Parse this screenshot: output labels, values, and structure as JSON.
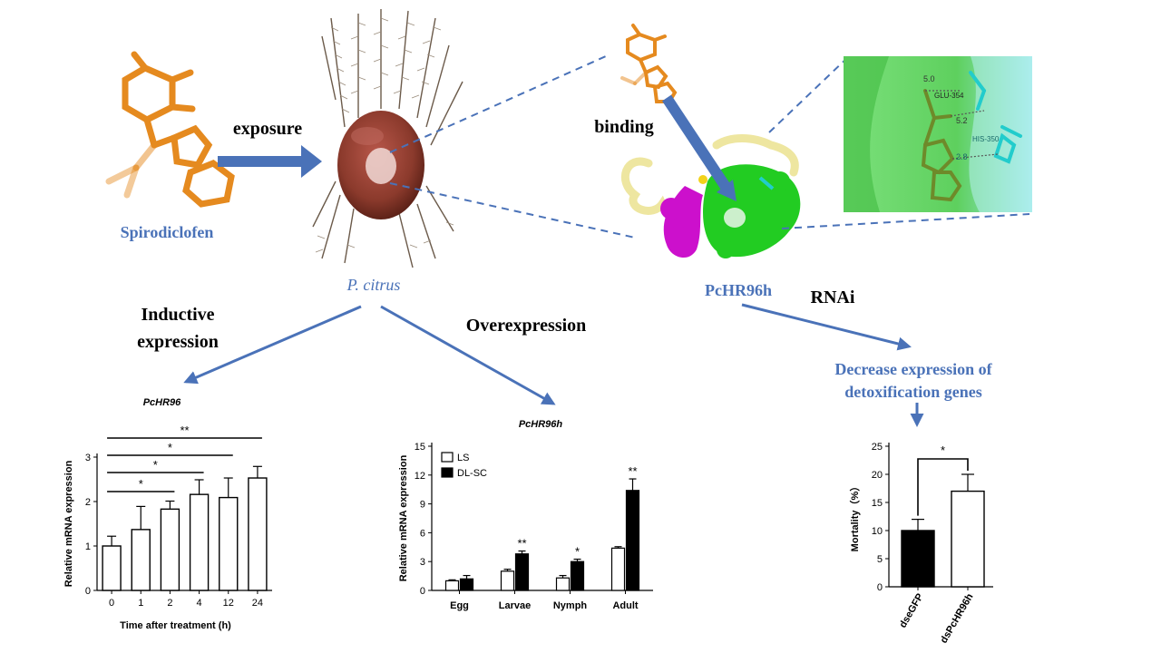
{
  "labels": {
    "spirodiclofen": "Spirodiclofen",
    "exposure": "exposure",
    "p_citrus": "P. citrus",
    "binding": "binding",
    "pchr96h": "PcHR96h",
    "rnai": "RNAi",
    "inductive_1": "Inductive",
    "inductive_2": "expression",
    "overexpression": "Overexpression",
    "decrease_1": "Decrease expression  of",
    "decrease_2": "detoxification  genes"
  },
  "docking": {
    "residue_1": "GLU-354",
    "residue_2": "HIS-350",
    "dist_1": "5.0",
    "dist_2": "5.2",
    "dist_3": "2.8"
  },
  "colors": {
    "arrow_blue": "#4a72b8",
    "text_blue": "#4a72b8",
    "molecule_orange": "#e58a1f",
    "mite_body": "#8b3a2c",
    "protein_green": "#22cc22",
    "protein_magenta": "#cc10cc",
    "protein_yellow": "#eee6a0",
    "residue_cyan": "#22cccc"
  },
  "chart_data": [
    {
      "type": "bar",
      "title": "PcHR96",
      "xlabel": "Time after treatment (h)",
      "ylabel": "Relative mRNA expression",
      "categories": [
        "0",
        "1",
        "2",
        "4",
        "12",
        "24"
      ],
      "values": [
        1.0,
        1.37,
        1.83,
        2.16,
        2.09,
        2.53
      ],
      "errors": [
        0.22,
        0.52,
        0.18,
        0.33,
        0.44,
        0.26
      ],
      "ylim": [
        0,
        3
      ],
      "yticks": [
        "0",
        "1",
        "2",
        "3"
      ],
      "significance": [
        {
          "from": "0",
          "to": "2",
          "label": "*"
        },
        {
          "from": "0",
          "to": "4",
          "label": "*"
        },
        {
          "from": "0",
          "to": "12",
          "label": "*"
        },
        {
          "from": "0",
          "to": "24",
          "label": "**"
        }
      ]
    },
    {
      "type": "bar",
      "title": "PcHR96h",
      "xlabel": "",
      "ylabel": "Relative mRNA expression",
      "categories": [
        "Egg",
        "Larvae",
        "Nymph",
        "Adult"
      ],
      "series": [
        {
          "name": "LS",
          "values": [
            1.0,
            2.0,
            1.3,
            4.4
          ],
          "errors": [
            0.1,
            0.2,
            0.25,
            0.15
          ],
          "sig": [
            "",
            "",
            "",
            ""
          ]
        },
        {
          "name": "DL-SC",
          "values": [
            1.2,
            3.8,
            3.0,
            10.4
          ],
          "errors": [
            0.35,
            0.3,
            0.25,
            1.2
          ],
          "sig": [
            "",
            "**",
            "*",
            "**"
          ]
        }
      ],
      "ylim": [
        0,
        15
      ],
      "yticks": [
        "0",
        "3",
        "6",
        "9",
        "12",
        "15"
      ],
      "legend": "top-left"
    },
    {
      "type": "bar",
      "title": "",
      "xlabel": "",
      "ylabel": "Mortality（%）",
      "categories": [
        "dseGFP",
        "dsPcHR96h"
      ],
      "values": [
        10,
        17
      ],
      "errors": [
        2,
        3
      ],
      "ylim": [
        0,
        25
      ],
      "yticks": [
        "0",
        "5",
        "10",
        "15",
        "20",
        "25"
      ],
      "significance": [
        {
          "from": "dseGFP",
          "to": "dsPcHR96h",
          "label": "*"
        }
      ]
    }
  ]
}
